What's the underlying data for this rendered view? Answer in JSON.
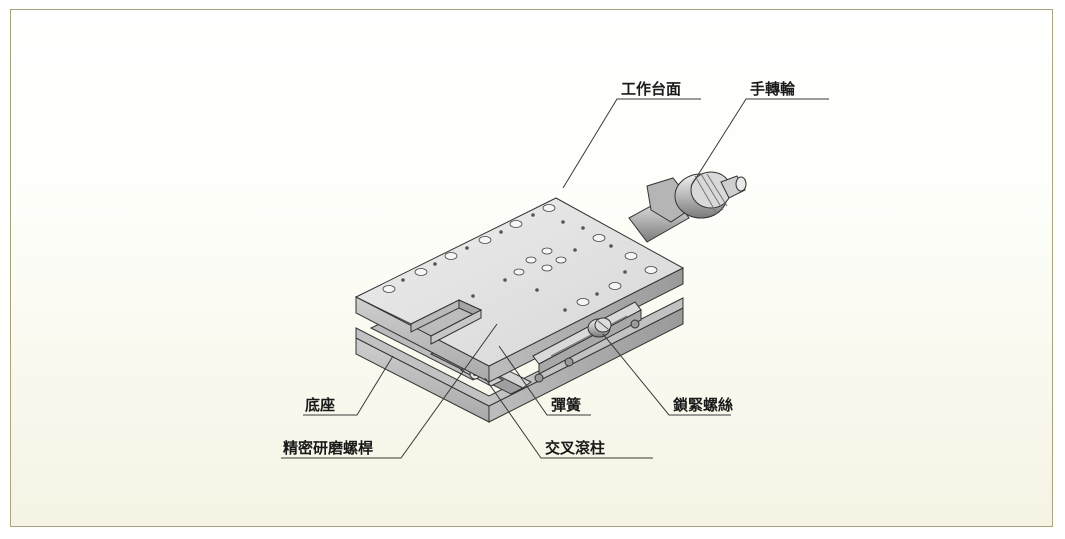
{
  "labels": {
    "worktable": "工作台面",
    "handwheel": "手轉輪",
    "base": "底座",
    "spring": "彈簧",
    "lock_screw": "鎖緊螺絲",
    "lead_screw": "精密研磨螺桿",
    "cross_roller": "交叉滾柱"
  },
  "colors": {
    "frame_border": "#a8a57a",
    "steel_light": "#e6e6e6",
    "steel_mid": "#c8c8c8",
    "steel_dark": "#8a8a8a",
    "outline": "#333333"
  }
}
